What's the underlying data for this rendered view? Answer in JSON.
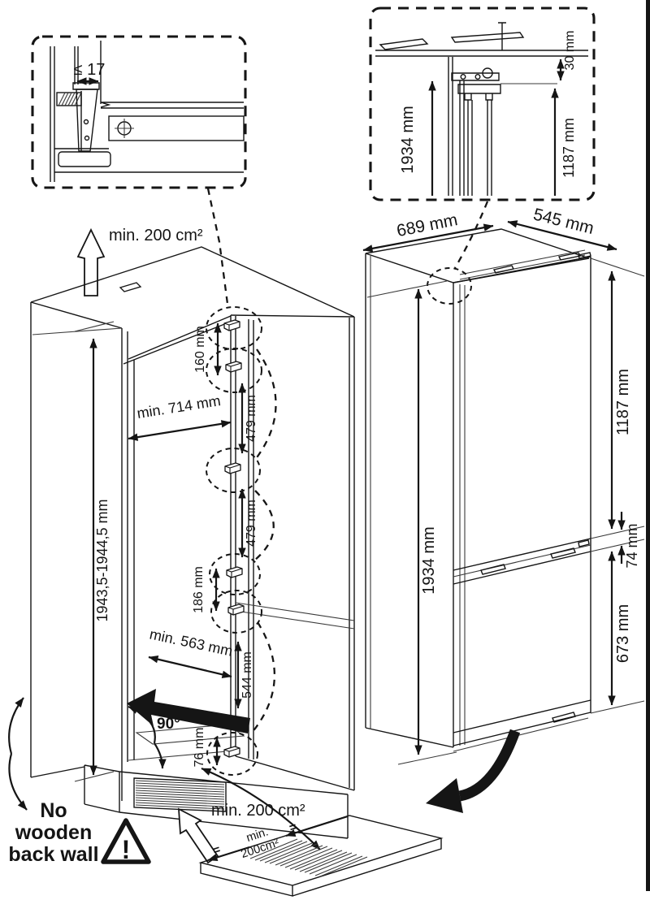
{
  "page": {
    "background": "#ffffff",
    "ink": "#151515"
  },
  "details": {
    "side_section": {
      "clearance": "≤ 17"
    },
    "top_section": {
      "total_height": "1934 mm",
      "top_clearance": "30 mm",
      "upper_height": "1187 mm"
    }
  },
  "ventilation": {
    "top": "min. 200 cm²",
    "plinth": "min. 200 cm²"
  },
  "floor_plate": {
    "label_line1": "min.",
    "label_line2": "200cm²",
    "equal_left": "=",
    "equal_right": "="
  },
  "niche": {
    "height_range": "1943,5-1944,5 mm",
    "min_width": "min. 714 mm",
    "min_door_clearance": "min. 563 mm",
    "door_opening_angle": "90°",
    "hinge_spacings": {
      "s1": "160 mm",
      "s2": "479 mm",
      "s3": "479 mm",
      "s4": "186 mm",
      "s5": "544 mm",
      "s6": "76 mm"
    }
  },
  "warning": {
    "line1": "No",
    "line2": "wooden",
    "line3": "back wall",
    "mark": "!"
  },
  "appliance": {
    "width": "689 mm",
    "depth": "545 mm",
    "height": "1934 mm",
    "upper_door_height": "1187 mm",
    "rail_gap": "74 mm",
    "lower_door_height": "673 mm"
  }
}
